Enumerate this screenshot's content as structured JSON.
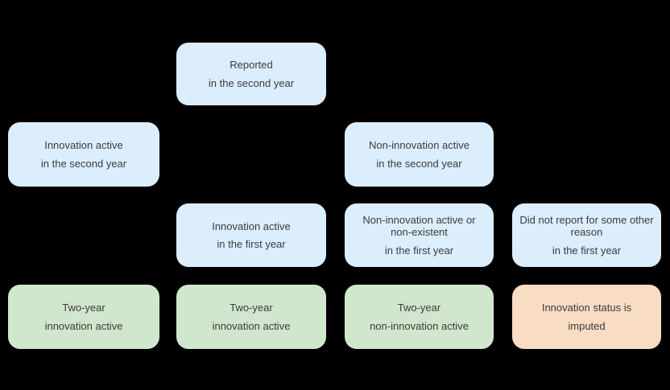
{
  "background_color": "#000000",
  "text_color": "#3c3c3c",
  "colors": {
    "blue": "#dcedfc",
    "green": "#d1e7cd",
    "orange": "#f9dcc4"
  },
  "diagram": {
    "type": "flowchart",
    "description": "Innovation status imputation decision tree",
    "nodes": [
      {
        "id": "reported-second-year",
        "color": "blue",
        "line1": "Reported",
        "line2": "in the second year"
      },
      {
        "id": "innovation-active-second-year",
        "color": "blue",
        "line1": "Innovation active",
        "line2": "in the second year"
      },
      {
        "id": "non-innovation-active-second-year",
        "color": "blue",
        "line1": "Non-innovation active",
        "line2": "in the second year"
      },
      {
        "id": "innovation-active-first-year",
        "color": "blue",
        "line1": "Innovation active",
        "line2": "in the first year"
      },
      {
        "id": "non-innovation-or-nonexistent-first-year",
        "color": "blue",
        "line1": "Non-innovation active or non-existent",
        "line2": "in the first year"
      },
      {
        "id": "did-not-report-first-year",
        "color": "blue",
        "line1": "Did not report for some other reason",
        "line2": "in the first year"
      },
      {
        "id": "two-year-innovation-active-left",
        "color": "green",
        "line1": "Two-year",
        "line2": "innovation active"
      },
      {
        "id": "two-year-innovation-active-mid",
        "color": "green",
        "line1": "Two-year",
        "line2": "innovation active"
      },
      {
        "id": "two-year-non-innovation-active",
        "color": "green",
        "line1": "Two-year",
        "line2": "non-innovation active"
      },
      {
        "id": "innovation-status-imputed",
        "color": "orange",
        "line1": "Innovation status is",
        "line2": "imputed"
      }
    ]
  }
}
